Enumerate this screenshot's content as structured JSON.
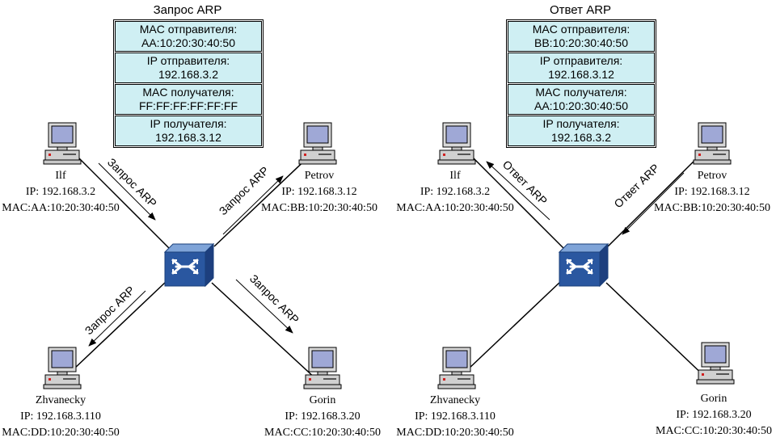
{
  "left_panel": {
    "title": "Запрос ARP",
    "packet": [
      {
        "label": "MAC отправителя:",
        "value": "AA:10:20:30:40:50"
      },
      {
        "label": "IP отправителя:",
        "value": "192.168.3.2"
      },
      {
        "label": "MAC получателя:",
        "value": "FF:FF:FF:FF:FF:FF"
      },
      {
        "label": "IP получателя:",
        "value": "192.168.3.12"
      }
    ],
    "hosts": {
      "ilf": {
        "name": "Ilf",
        "ip": "IP: 192.168.3.2",
        "mac": "MAC:AA:10:20:30:40:50"
      },
      "petrov": {
        "name": "Petrov",
        "ip": "IP: 192.168.3.12",
        "mac": "MAC:BB:10:20:30:40:50"
      },
      "zhvanecky": {
        "name": "Zhvanecky",
        "ip": "IP: 192.168.3.110",
        "mac": "MAC:DD:10:20:30:40:50"
      },
      "gorin": {
        "name": "Gorin",
        "ip": "IP: 192.168.3.20",
        "mac": "MAC:CC:10:20:30:40:50"
      }
    },
    "arrows": {
      "ilf": "Запрос ARP",
      "petrov": "Запрос ARP",
      "zhvanecky": "Запрос ARP",
      "gorin": "Запрос ARP"
    }
  },
  "right_panel": {
    "title": "Ответ ARP",
    "packet": [
      {
        "label": "MAC отправителя:",
        "value": "BB:10:20:30:40:50"
      },
      {
        "label": "IP отправителя:",
        "value": "192.168.3.12"
      },
      {
        "label": "MAC получателя:",
        "value": "AA:10:20:30:40:50"
      },
      {
        "label": "IP получателя:",
        "value": "192.168.3.2"
      }
    ],
    "hosts": {
      "ilf": {
        "name": "Ilf",
        "ip": "IP: 192.168.3.2",
        "mac": "MAC:AA:10:20:30:40:50"
      },
      "petrov": {
        "name": "Petrov",
        "ip": "IP: 192.168.3.12",
        "mac": "MAC:BB:10:20:30:40:50"
      },
      "zhvanecky": {
        "name": "Zhvanecky",
        "ip": "IP: 192.168.3.110",
        "mac": "MAC:DD:10:20:30:40:50"
      },
      "gorin": {
        "name": "Gorin",
        "ip": "IP: 192.168.3.20",
        "mac": "MAC:CC:10:20:30:40:50"
      }
    },
    "arrows": {
      "ilf": "Ответ ARP",
      "petrov": "Ответ ARP"
    }
  },
  "icons": {
    "computer": "computer-icon",
    "switch": "switch-icon"
  },
  "colors": {
    "packet_field": "#cfeff3",
    "switch": "#2a57a0"
  }
}
